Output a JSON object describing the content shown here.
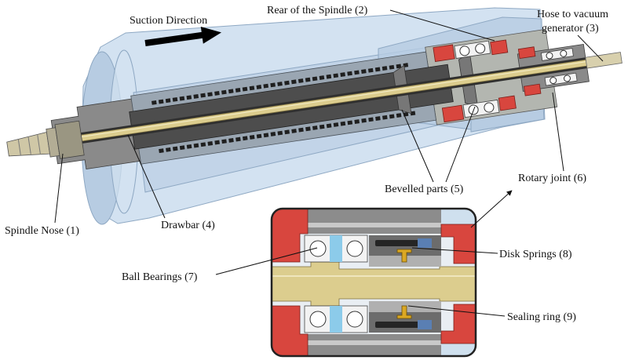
{
  "labels": {
    "suction_direction": "Suction Direction",
    "rear_spindle": "Rear of the Spindle (2)",
    "hose_line1": "Hose to vacuum",
    "hose_line2": "generator (3)",
    "rotary_joint": "Rotary joint (6)",
    "bevelled_parts": "Bevelled parts (5)",
    "spindle_nose": "Spindle Nose (1)",
    "drawbar": "Drawbar (4)",
    "ball_bearings": "Ball Bearings (7)",
    "disk_springs": "Disk Springs (8)",
    "sealing_ring": "Sealing ring (9)"
  },
  "colors": {
    "casing-blue": "#d3e2f1",
    "casing-blue-dark": "#b7cce2",
    "red-part": "#d8463e",
    "drawbar-gold": "#dccd8e",
    "bearing-blue": "#8ccbea",
    "seal-gold": "#dba824"
  }
}
